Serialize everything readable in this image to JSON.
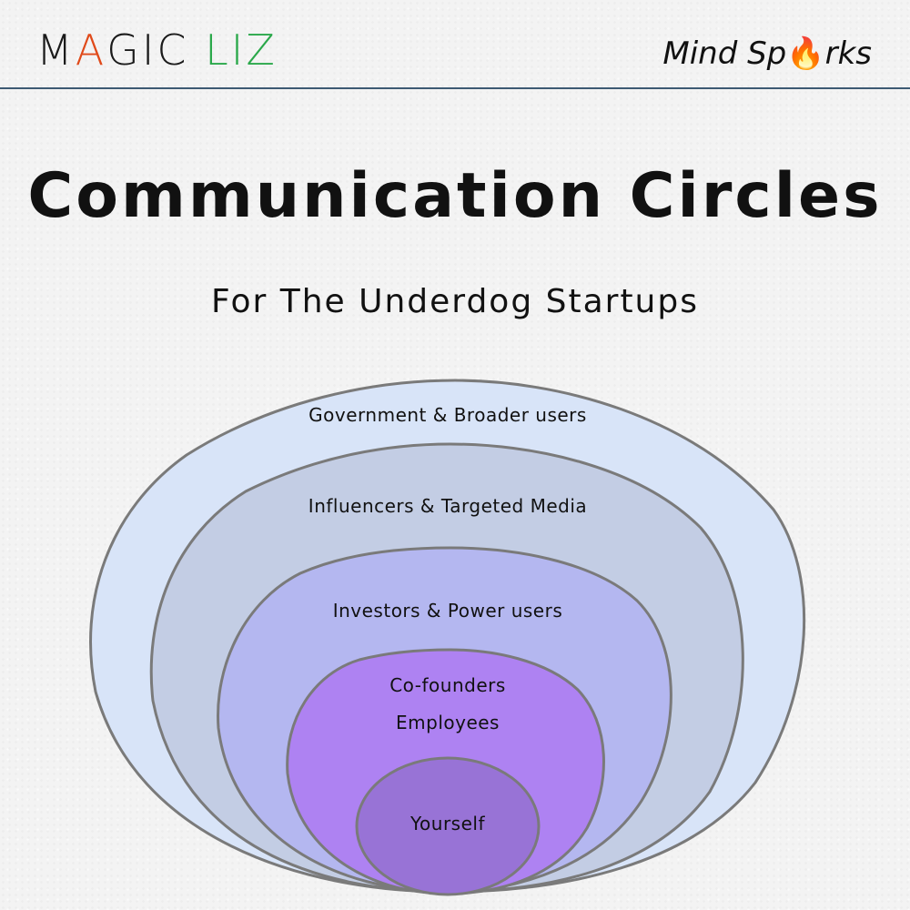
{
  "header": {
    "logo": [
      "M",
      "A",
      "G",
      "I",
      "C",
      " ",
      "L",
      "I",
      "Z"
    ],
    "logo_colors": [
      "#1a1a1a",
      "#e04a1a",
      "#1a1a1a",
      "#1a1a1a",
      "#1a1a1a",
      "#1a1a1a",
      "#2aa84a",
      "#2aa84a",
      "#2aa84a"
    ],
    "tagline_before": "Mind Sp",
    "tagline_after": "rks",
    "tagline_icon": "flame-icon",
    "divider_color": "#3d5a73"
  },
  "title": "Communication Circles",
  "subtitle": "For The Underdog Startups",
  "rings": [
    {
      "label": "Government & Broader users",
      "fill": "#d8e4f8"
    },
    {
      "label": "Influencers & Targeted Media",
      "fill": "#c3cde4"
    },
    {
      "label": "Investors & Power users",
      "fill": "#b4b7f0"
    },
    {
      "label": "Co-founders",
      "label2": "Employees",
      "fill": "#ae82f2"
    },
    {
      "label": "Yourself",
      "fill": "#9873d6"
    }
  ]
}
